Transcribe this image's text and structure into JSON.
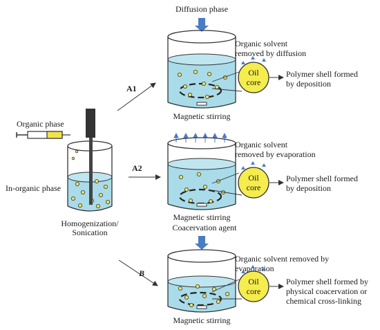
{
  "colors": {
    "liquid": "#a9dbe9",
    "particle": "#f3e25c",
    "oil_core": "#f5ec4e",
    "arrow_blue": "#4a7cc4",
    "syringe_yellow": "#f2e34a",
    "probe": "#333333"
  },
  "left": {
    "organic_phase": "Organic phase",
    "inorganic_phase": "In-organic phase",
    "homogenization_line1": "Homogenization/",
    "homogenization_line2": "Sonication"
  },
  "routes": {
    "a1": "A1",
    "a2": "A2",
    "b": "B"
  },
  "panel_a1": {
    "top_label": "Diffusion phase",
    "stirring": "Magnetic stirring",
    "solvent_line1": "Organic solvent",
    "solvent_line2": "removed by diffusion",
    "core_line1": "Oil",
    "core_line2": "core",
    "shell_line1": "Polymer shell formed",
    "shell_line2": "by deposition"
  },
  "panel_a2": {
    "stirring": "Magnetic stirring",
    "solvent_line1": "Organic solvent",
    "solvent_line2": "removed by evaporation",
    "core_line1": "Oil",
    "core_line2": "core",
    "shell_line1": "Polymer shell formed",
    "shell_line2": "by deposition"
  },
  "panel_b": {
    "top_label": "Coacervation agent",
    "stirring": "Magnetic stirring",
    "solvent_line1": "Organic solvent removed by",
    "solvent_line2": "evaporation",
    "core_line1": "Oil",
    "core_line2": "core",
    "shell_line1": "Polymer shell formed by",
    "shell_line2": "physical coacervation or",
    "shell_line3": "chemical cross-linking"
  }
}
